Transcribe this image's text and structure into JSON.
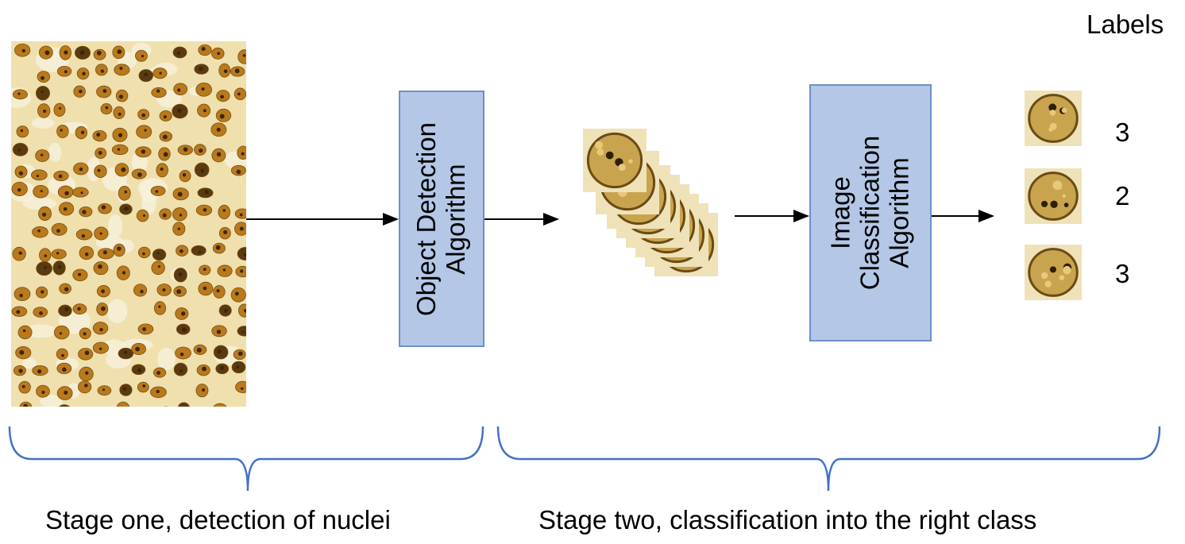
{
  "stages": [
    {
      "caption": "Stage one, detection of nuclei"
    },
    {
      "caption": "Stage two, classification into the right class"
    }
  ],
  "algorithms": [
    {
      "lines": [
        "Object Detection",
        "Algorithm"
      ]
    },
    {
      "lines": [
        "Image",
        "Classification",
        "Algorithm"
      ]
    }
  ],
  "labels_header": "Labels",
  "labels": [
    "3",
    "2",
    "3"
  ],
  "colors": {
    "box_fill": "#b4c7e7",
    "box_border": "#6f8fc9",
    "brace": "#4472c4",
    "arrow": "#000000",
    "tissue_bg": "#efe0ae",
    "nucleus": "#b97a1c"
  }
}
